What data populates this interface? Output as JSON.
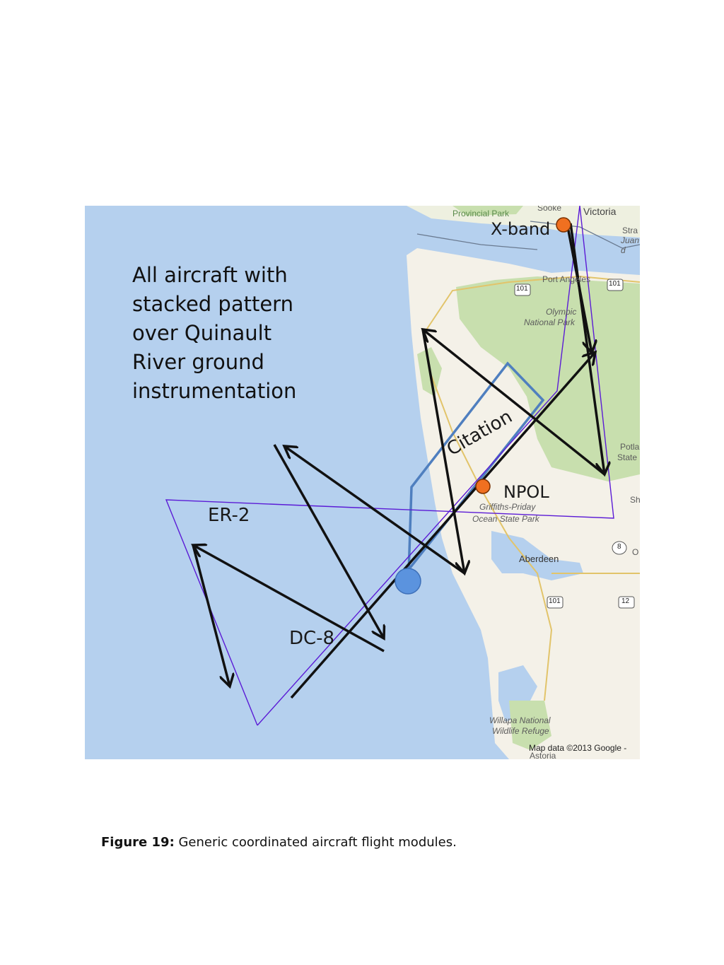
{
  "map": {
    "note": "All aircraft with\nstacked pattern\nover Quinault\nRiver ground\ninstrumentation",
    "labels": {
      "xband": "X-band",
      "citation": "Citation",
      "npol": "NPOL",
      "er2": "ER-2",
      "dc8": "DC-8"
    },
    "places": {
      "victoria": "Victoria",
      "provincial_park": "Provincial Park",
      "sooke": "Sooke",
      "port_angeles": "Port Angeles",
      "olympic_np_1": "Olympic",
      "olympic_np_2": "National Park",
      "griffiths_1": "Griffiths-Priday",
      "griffiths_2": "Ocean State Park",
      "aberdeen": "Aberdeen",
      "willapa_1": "Willapa National",
      "willapa_2": "Wildlife Refuge",
      "astoria": "Astoria",
      "potlatch_1": "Potla",
      "potlatch_2": "State",
      "stra": "Stra",
      "juan": "Juan d",
      "sh": "Sh",
      "o": "O",
      "hwy101_a": "101",
      "hwy101_b": "101",
      "hwy101_c": "101",
      "hwy8": "8",
      "hwy12": "12",
      "attribution": "Map data ©2013 Google -"
    },
    "colors": {
      "ocean": "#b5d0ee",
      "land": "#f4f1e8",
      "forest": "#c8dfae",
      "er2_track": "#5b1bd6",
      "citation_track": "#4f7fbf",
      "dc8_arrows": "#111111",
      "site_marker": "#f07020",
      "start_marker": "#5b93de"
    }
  },
  "caption": {
    "label": "Figure 19:",
    "text": " Generic coordinated aircraft flight modules."
  }
}
